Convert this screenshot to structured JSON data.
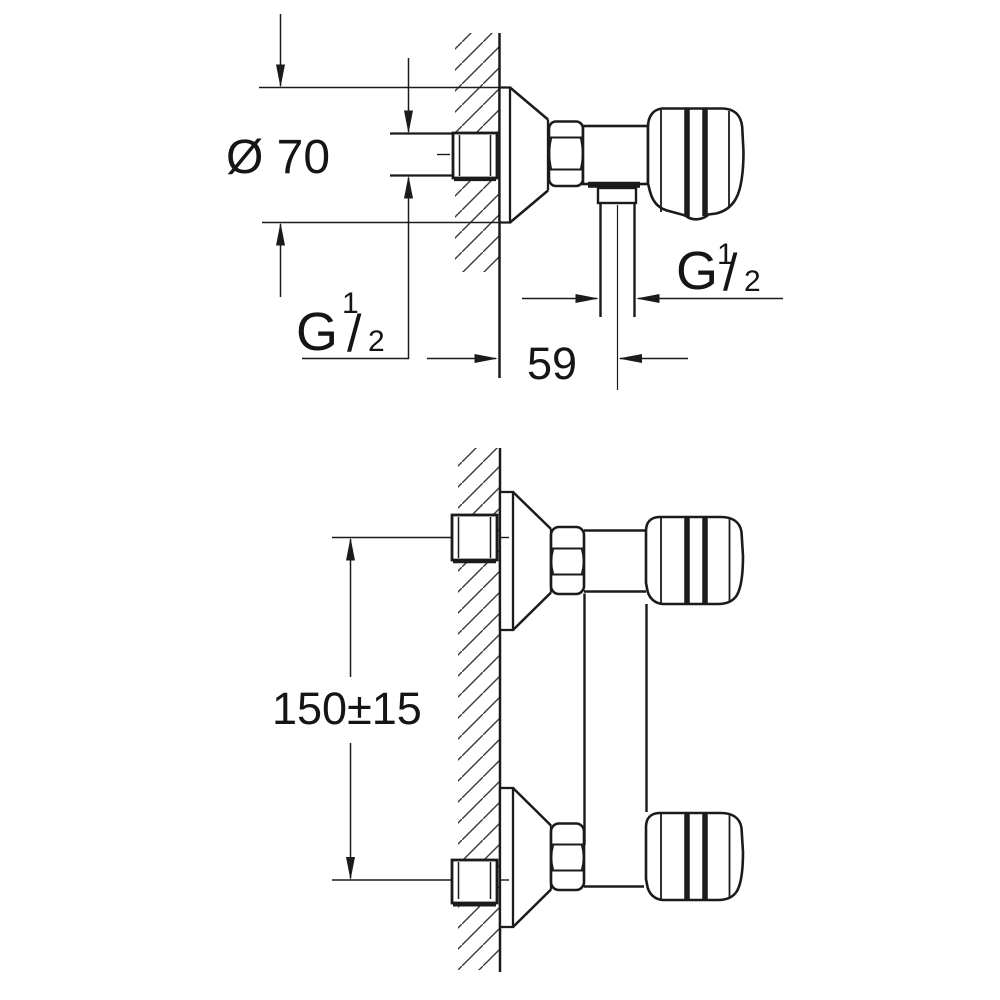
{
  "colors": {
    "line": "#1b1b1b",
    "background": "#ffffff"
  },
  "labels": {
    "escutcheon_diameter": "Ø 70",
    "wall_to_outlet_center": "59",
    "connection_spacing": "150±15",
    "thread_size_text": "G 1/2",
    "thread_parts": {
      "g": "G",
      "numerator": "1",
      "slash": "/",
      "denominator": "2"
    }
  }
}
